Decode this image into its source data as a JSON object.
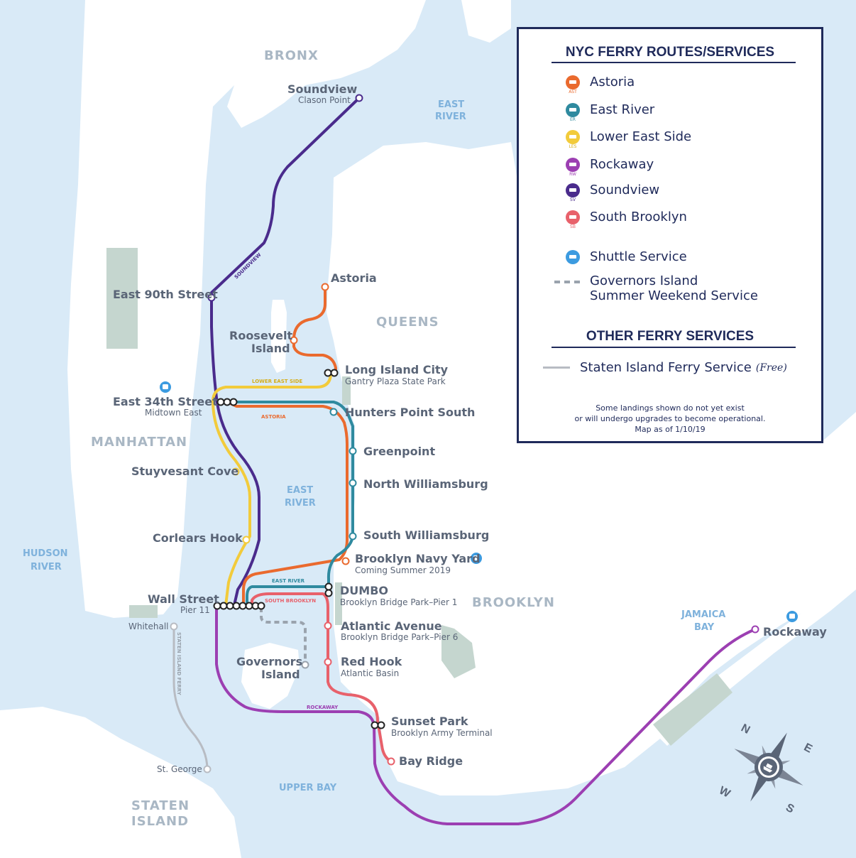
{
  "colors": {
    "water": "#d9eaf7",
    "land": "#ffffff",
    "park": "#c5d6cf",
    "astoria": "#ea6a2e",
    "east_river": "#2f8a9f",
    "lower_east_side": "#f2cb3b",
    "rockaway": "#9c3fb2",
    "soundview": "#4a2b8c",
    "south_brooklyn": "#e8616b",
    "shuttle": "#3c9be0",
    "staten_island_ferry": "#b8bcc3",
    "legend_border": "#1f2a5a"
  },
  "legend": {
    "title": "NYC FERRY ROUTES/SERVICES",
    "routes": [
      {
        "code": "AST",
        "label": "Astoria",
        "color": "#ea6a2e"
      },
      {
        "code": "ER",
        "label": "East River",
        "color": "#2f8a9f"
      },
      {
        "code": "LES",
        "label": "Lower East Side",
        "color": "#f2cb3b"
      },
      {
        "code": "RW",
        "label": "Rockaway",
        "color": "#9c3fb2"
      },
      {
        "code": "SV",
        "label": "Soundview",
        "color": "#4a2b8c"
      },
      {
        "code": "SB",
        "label": "South Brooklyn",
        "color": "#e8616b"
      }
    ],
    "shuttle_label": "Shuttle Service",
    "governors_label_1": "Governors Island",
    "governors_label_2": "Summer Weekend Service",
    "other_title": "OTHER FERRY SERVICES",
    "staten_label": "Staten Island Ferry Service",
    "staten_free": "(Free)",
    "note_1": "Some landings shown do not yet exist",
    "note_2": "or will undergo upgrades to become operational.",
    "note_3": "Map as of 1/10/19"
  },
  "areas": {
    "bronx": "BRONX",
    "queens": "QUEENS",
    "manhattan": "MANHATTAN",
    "brooklyn": "BROOKLYN",
    "staten_1": "STATEN",
    "staten_2": "ISLAND"
  },
  "water": {
    "east_river_top_1": "EAST",
    "east_river_top_2": "RIVER",
    "east_river_mid_1": "EAST",
    "east_river_mid_2": "RIVER",
    "hudson_1": "HUDSON",
    "hudson_2": "RIVER",
    "jamaica_1": "JAMAICA",
    "jamaica_2": "BAY",
    "upper_bay": "UPPER BAY"
  },
  "route_labels": {
    "soundview": "SOUNDVIEW",
    "lower_east_side": "LOWER EAST SIDE",
    "astoria": "ASTORIA",
    "east_river": "EAST RIVER",
    "south_brooklyn": "SOUTH BROOKLYN",
    "rockaway": "ROCKAWAY",
    "staten_island_ferry": "STATEN ISLAND FERRY"
  },
  "stations": {
    "soundview": {
      "name": "Soundview",
      "sub": "Clason Point"
    },
    "east_90th": {
      "name": "East 90th Street"
    },
    "astoria": {
      "name": "Astoria"
    },
    "roosevelt": {
      "name_1": "Roosevelt",
      "name_2": "Island"
    },
    "lic": {
      "name": "Long Island City",
      "sub": "Gantry Plaza State Park"
    },
    "east_34th": {
      "name": "East 34th Street",
      "sub": "Midtown East"
    },
    "hunters_point": {
      "name": "Hunters Point South"
    },
    "greenpoint": {
      "name": "Greenpoint"
    },
    "north_williamsburg": {
      "name": "North Williamsburg"
    },
    "stuyvesant": {
      "name": "Stuyvesant Cove"
    },
    "south_williamsburg": {
      "name": "South Williamsburg"
    },
    "corlears": {
      "name": "Corlears Hook"
    },
    "navy_yard": {
      "name": "Brooklyn Navy Yard",
      "sub": "Coming Summer 2019"
    },
    "dumbo": {
      "name": "DUMBO",
      "sub": "Brooklyn Bridge Park–Pier 1"
    },
    "wall_street": {
      "name": "Wall Street",
      "sub": "Pier 11"
    },
    "whitehall": {
      "name": "Whitehall"
    },
    "atlantic": {
      "name": "Atlantic Avenue",
      "sub": "Brooklyn Bridge Park–Pier 6"
    },
    "governors": {
      "name_1": "Governors",
      "name_2": "Island"
    },
    "red_hook": {
      "name": "Red Hook",
      "sub": "Atlantic Basin"
    },
    "sunset_park": {
      "name": "Sunset Park",
      "sub": "Brooklyn Army Terminal"
    },
    "bay_ridge": {
      "name": "Bay Ridge"
    },
    "rockaway": {
      "name": "Rockaway"
    },
    "st_george": {
      "name": "St. George"
    }
  },
  "compass": {
    "n": "N",
    "e": "E",
    "s": "S",
    "w": "W"
  }
}
